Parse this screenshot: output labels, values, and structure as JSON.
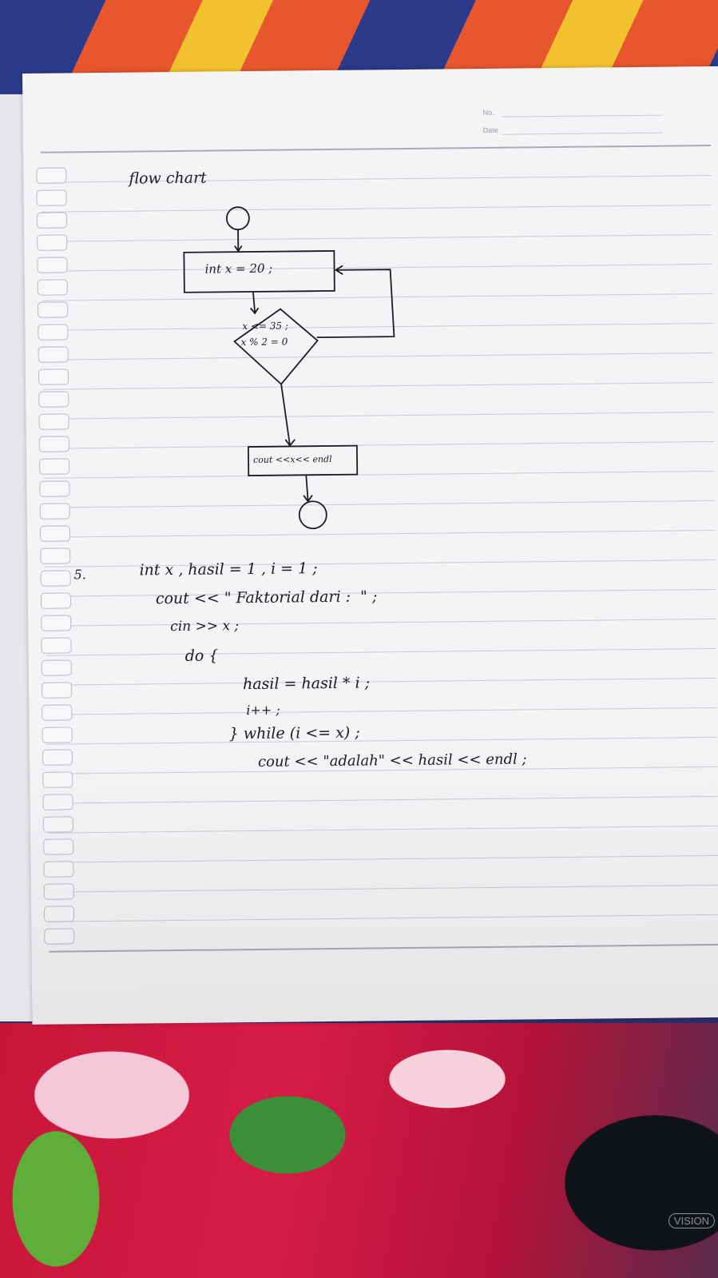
{
  "header": {
    "no_label": "No.",
    "date_label": "Date"
  },
  "brand": "VISION",
  "flowchart": {
    "title": "flow chart",
    "init_box": "int x = 20 ;",
    "condition_line1": "x <= 35 ;",
    "condition_line2": "x % 2 = 0",
    "output_box": "cout <<x<< endl"
  },
  "exercise": {
    "number": "5.",
    "lines": [
      "int x , hasil = 1 , i = 1 ;",
      "cout << \" Faktorial dari :  \" ;",
      "cin >> x ;",
      "do {",
      "hasil = hasil * i ;",
      "i++ ;",
      "} while (i <= x) ;",
      "cout << \"adalah\" << hasil << endl ;"
    ]
  }
}
